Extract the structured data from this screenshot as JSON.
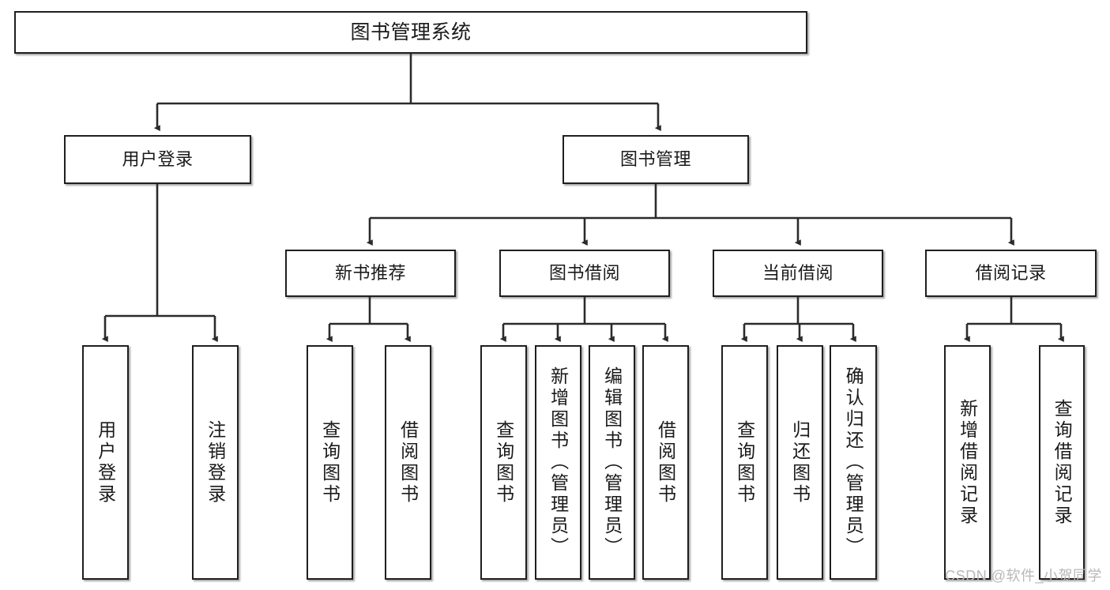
{
  "diagram": {
    "type": "tree",
    "title": "图书管理系统",
    "watermark": "CSDN @软件_小贺同学",
    "colors": {
      "node_border": "#1f1f1f",
      "node_fill": "#ffffff",
      "edge": "#2b2b2b",
      "watermark": "#b8b8b8"
    },
    "levels": {
      "level1": {
        "nodes": [
          {
            "id": "root",
            "label": "图书管理系统"
          }
        ]
      },
      "level2": {
        "nodes": [
          {
            "id": "user-login",
            "label": "用户登录"
          },
          {
            "id": "book-manage",
            "label": "图书管理"
          }
        ]
      },
      "level3": {
        "nodes": [
          {
            "id": "new-book-recommend",
            "label": "新书推荐"
          },
          {
            "id": "book-borrow",
            "label": "图书借阅"
          },
          {
            "id": "current-borrow",
            "label": "当前借阅"
          },
          {
            "id": "borrow-record",
            "label": "借阅记录"
          }
        ]
      },
      "level4": {
        "nodes": [
          {
            "id": "leaf-user-login",
            "label": "用户登录",
            "parent": "user-login"
          },
          {
            "id": "leaf-logout",
            "label": "注销登录",
            "parent": "user-login"
          },
          {
            "id": "leaf-query-book-1",
            "label": "查询图书",
            "parent": "new-book-recommend"
          },
          {
            "id": "leaf-borrow-book-1",
            "label": "借阅图书",
            "parent": "new-book-recommend"
          },
          {
            "id": "leaf-query-book-2",
            "label": "查询图书",
            "parent": "book-borrow"
          },
          {
            "id": "leaf-add-book",
            "label": "新增图书（管理员）",
            "parent": "book-borrow"
          },
          {
            "id": "leaf-edit-book",
            "label": "编辑图书（管理员）",
            "parent": "book-borrow"
          },
          {
            "id": "leaf-borrow-book-2",
            "label": "借阅图书",
            "parent": "book-borrow"
          },
          {
            "id": "leaf-query-book-3",
            "label": "查询图书",
            "parent": "current-borrow"
          },
          {
            "id": "leaf-return-book",
            "label": "归还图书",
            "parent": "current-borrow"
          },
          {
            "id": "leaf-confirm-return",
            "label": "确认归还（管理员）",
            "parent": "current-borrow"
          },
          {
            "id": "leaf-add-record",
            "label": "新增借阅记录",
            "parent": "borrow-record"
          },
          {
            "id": "leaf-query-record",
            "label": "查询借阅记录",
            "parent": "borrow-record"
          }
        ]
      }
    }
  }
}
